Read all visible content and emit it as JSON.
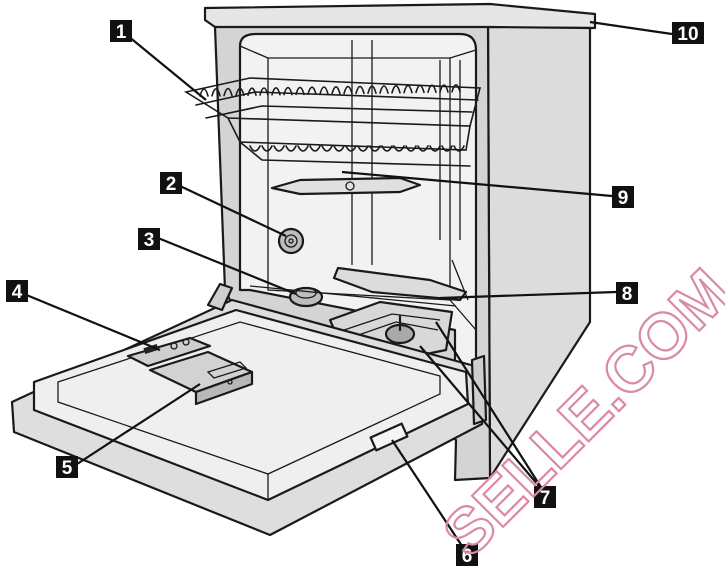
{
  "callouts": [
    {
      "id": "1",
      "label": "1"
    },
    {
      "id": "2",
      "label": "2"
    },
    {
      "id": "3",
      "label": "3"
    },
    {
      "id": "4",
      "label": "4"
    },
    {
      "id": "5",
      "label": "5"
    },
    {
      "id": "6",
      "label": "6"
    },
    {
      "id": "7",
      "label": "7"
    },
    {
      "id": "8",
      "label": "8"
    },
    {
      "id": "9",
      "label": "9"
    },
    {
      "id": "10",
      "label": "10"
    }
  ],
  "watermark": {
    "text": "SELLE.COM"
  },
  "colors": {
    "outline": "#1a1a1a",
    "body_fill": "#d9d9d9",
    "interior_fill": "#ececec",
    "callout_bg": "#111111",
    "watermark": "#d98aa6"
  }
}
